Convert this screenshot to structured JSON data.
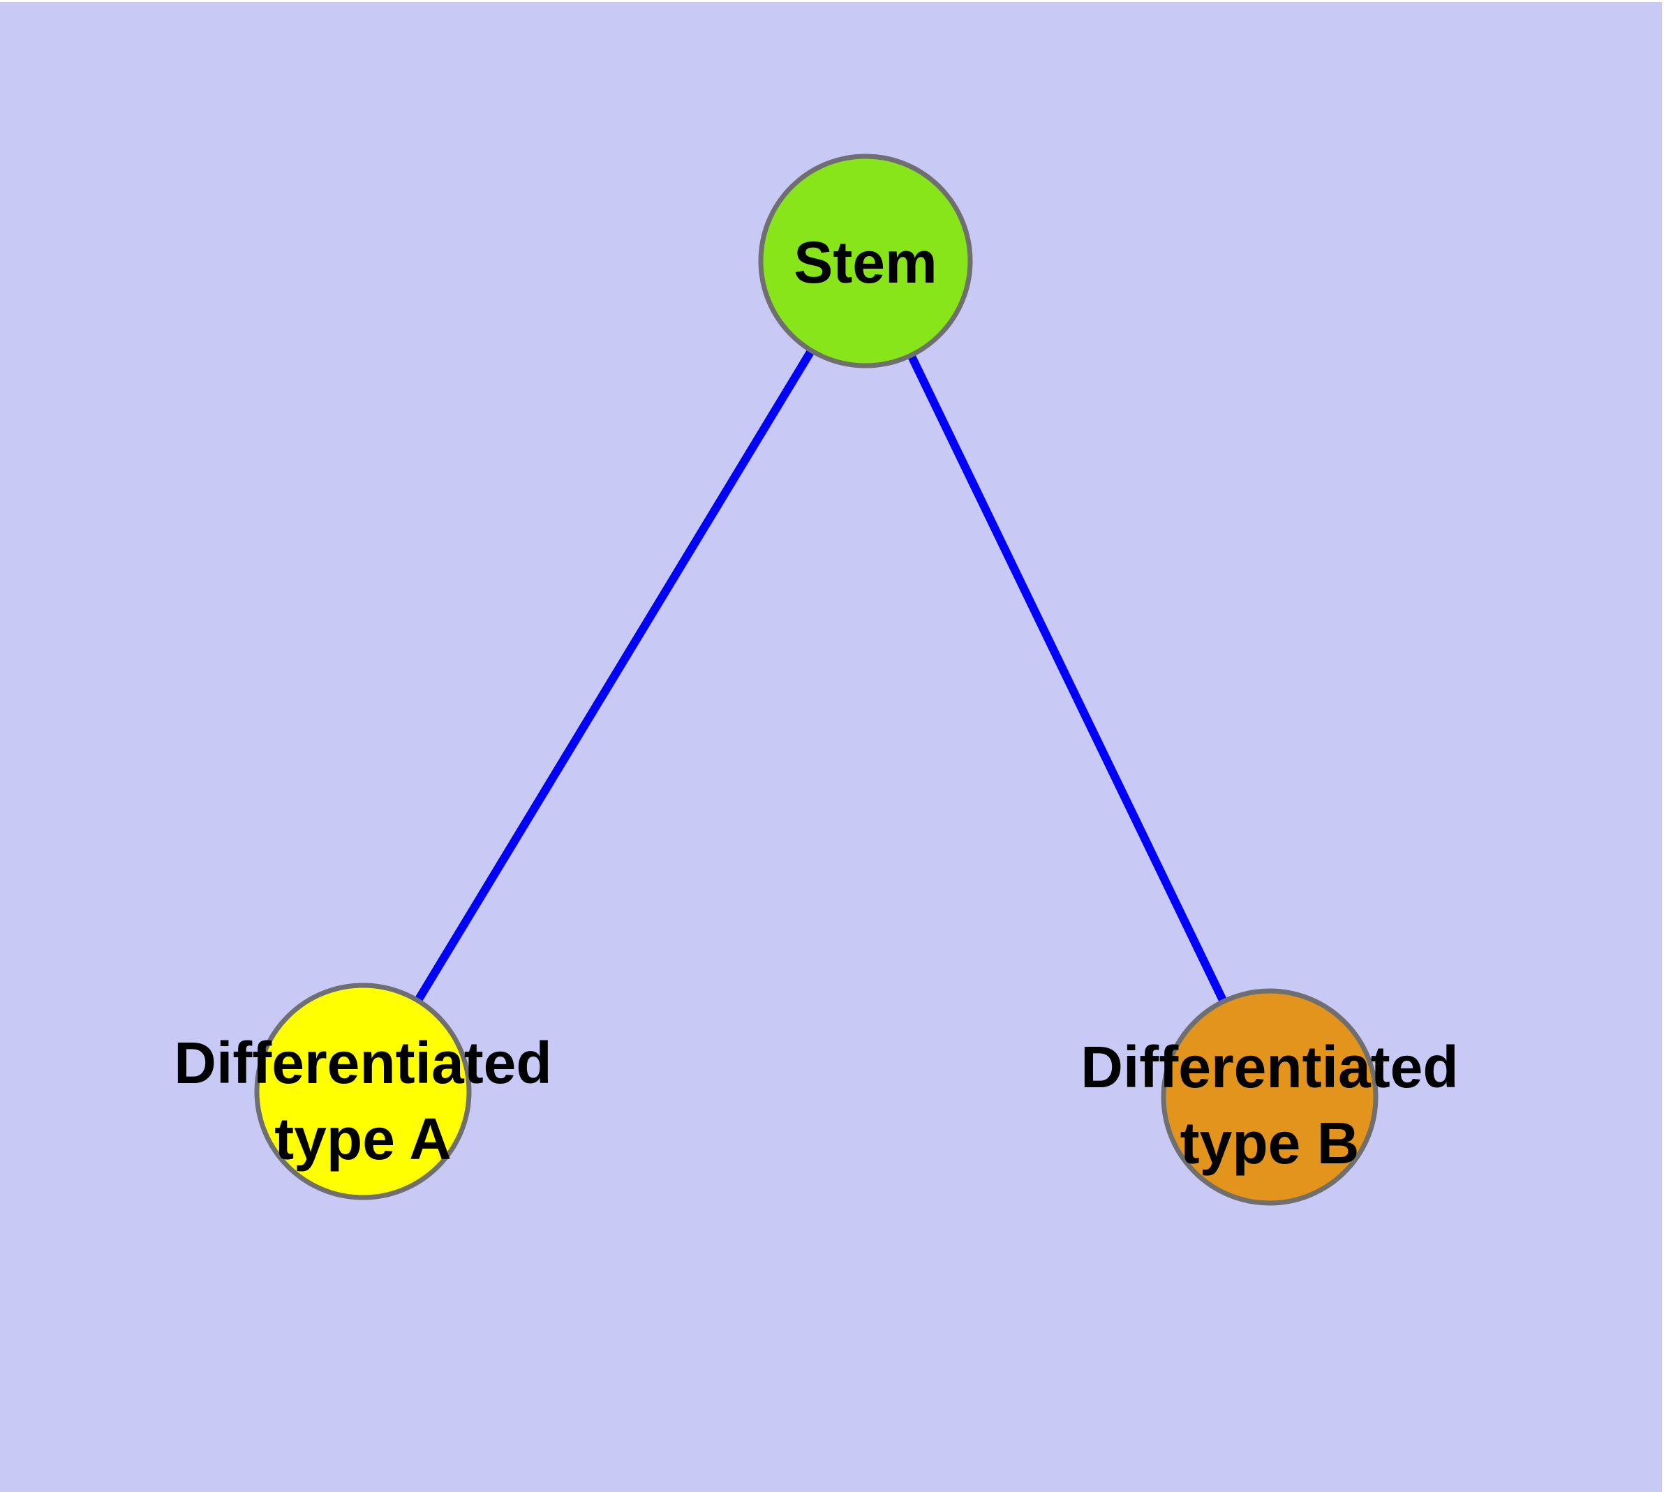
{
  "canvas": {
    "background_color": "#c9c9f6",
    "margin_color": "#ffffff"
  },
  "graph": {
    "edge_color": "#0000ff",
    "node_border_color": "#6f6f6f",
    "label_color": "#000000",
    "nodes": [
      {
        "id": "stem",
        "label": "Stem",
        "lines": [
          "Stem"
        ],
        "shape": "circle",
        "fill": "#87e51a"
      },
      {
        "id": "differentiated-type-a",
        "label": "Differentiated type A",
        "lines": [
          "Differentiated",
          "type A"
        ],
        "shape": "circle",
        "fill": "#ffff00"
      },
      {
        "id": "differentiated-type-b",
        "label": "Differentiated type B",
        "lines": [
          "Differentiated",
          "type B"
        ],
        "shape": "circle",
        "fill": "#e2941c"
      }
    ],
    "edges": [
      {
        "from": "stem",
        "to": "differentiated-type-a"
      },
      {
        "from": "stem",
        "to": "differentiated-type-b"
      }
    ]
  }
}
